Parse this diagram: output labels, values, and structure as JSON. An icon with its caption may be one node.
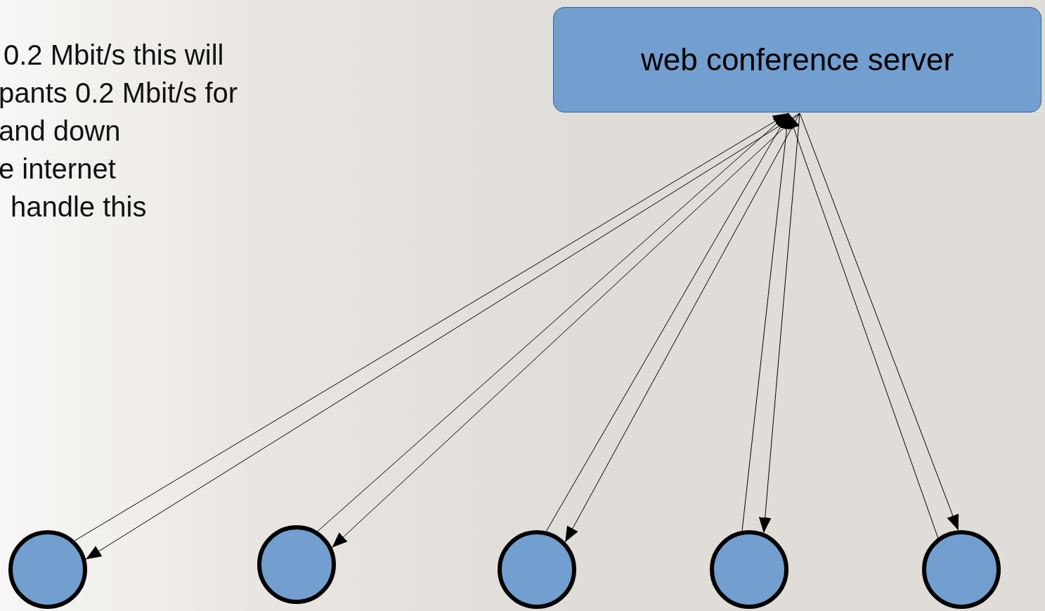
{
  "diagram": {
    "nodes": [
      {
        "text": [
          "web conference server"
        ]
      },
      {
        "text": [],
        "shape": "circle"
      },
      {
        "text": [],
        "shape": "circle"
      },
      {
        "text": [],
        "shape": "circle"
      },
      {
        "text": [],
        "shape": "circle"
      },
      {
        "text": [],
        "shape": "circle"
      }
    ],
    "edges": [
      {
        "from": 0,
        "to": 1,
        "arrow": "to"
      },
      {
        "from": 1,
        "to": 0,
        "arrow": "to"
      },
      {
        "from": 0,
        "to": 2,
        "arrow": "to"
      },
      {
        "from": 2,
        "to": 0,
        "arrow": "to"
      },
      {
        "from": 0,
        "to": 3,
        "arrow": "to"
      },
      {
        "from": 3,
        "to": 0,
        "arrow": "to"
      },
      {
        "from": 0,
        "to": 4,
        "arrow": "to"
      },
      {
        "from": 4,
        "to": 0,
        "arrow": "to"
      },
      {
        "from": 0,
        "to": 5,
        "arrow": "to"
      },
      {
        "from": 5,
        "to": 0,
        "arrow": "to"
      }
    ],
    "labels": [
      "0.2 Mbit/s this will",
      "pants 0.2 Mbit/s for",
      "and down",
      "e internet",
      "handle this"
    ]
  }
}
